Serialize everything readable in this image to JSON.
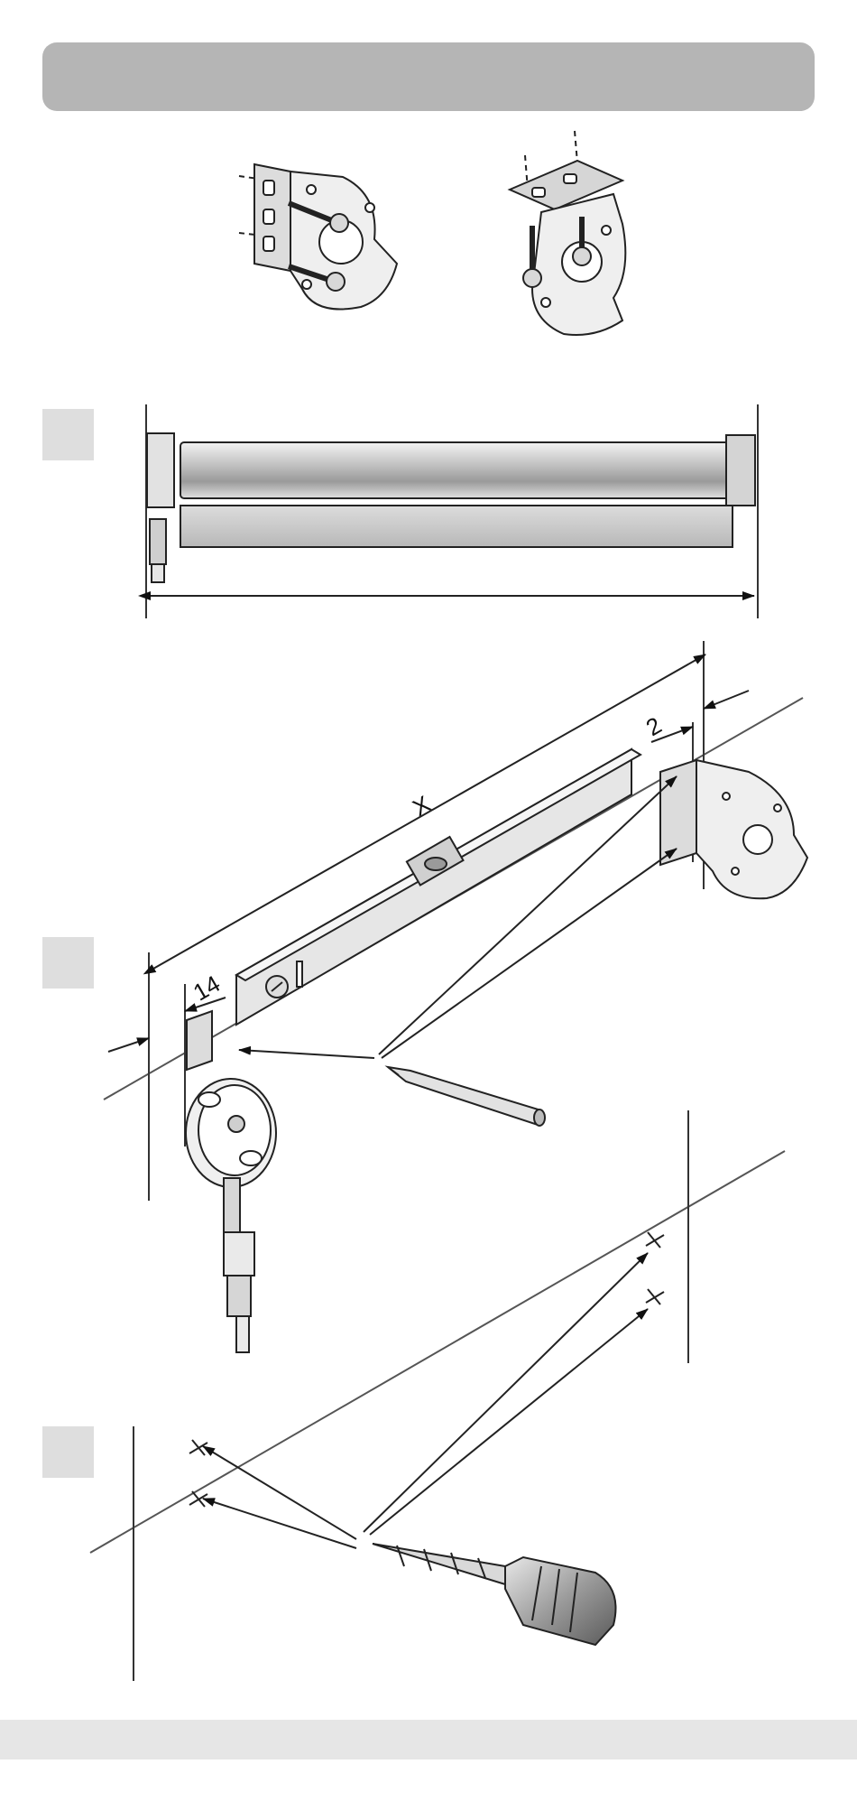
{
  "step1": {
    "dim_x_label": "X",
    "dim_14_label": "14",
    "dim_2_label": "2"
  }
}
